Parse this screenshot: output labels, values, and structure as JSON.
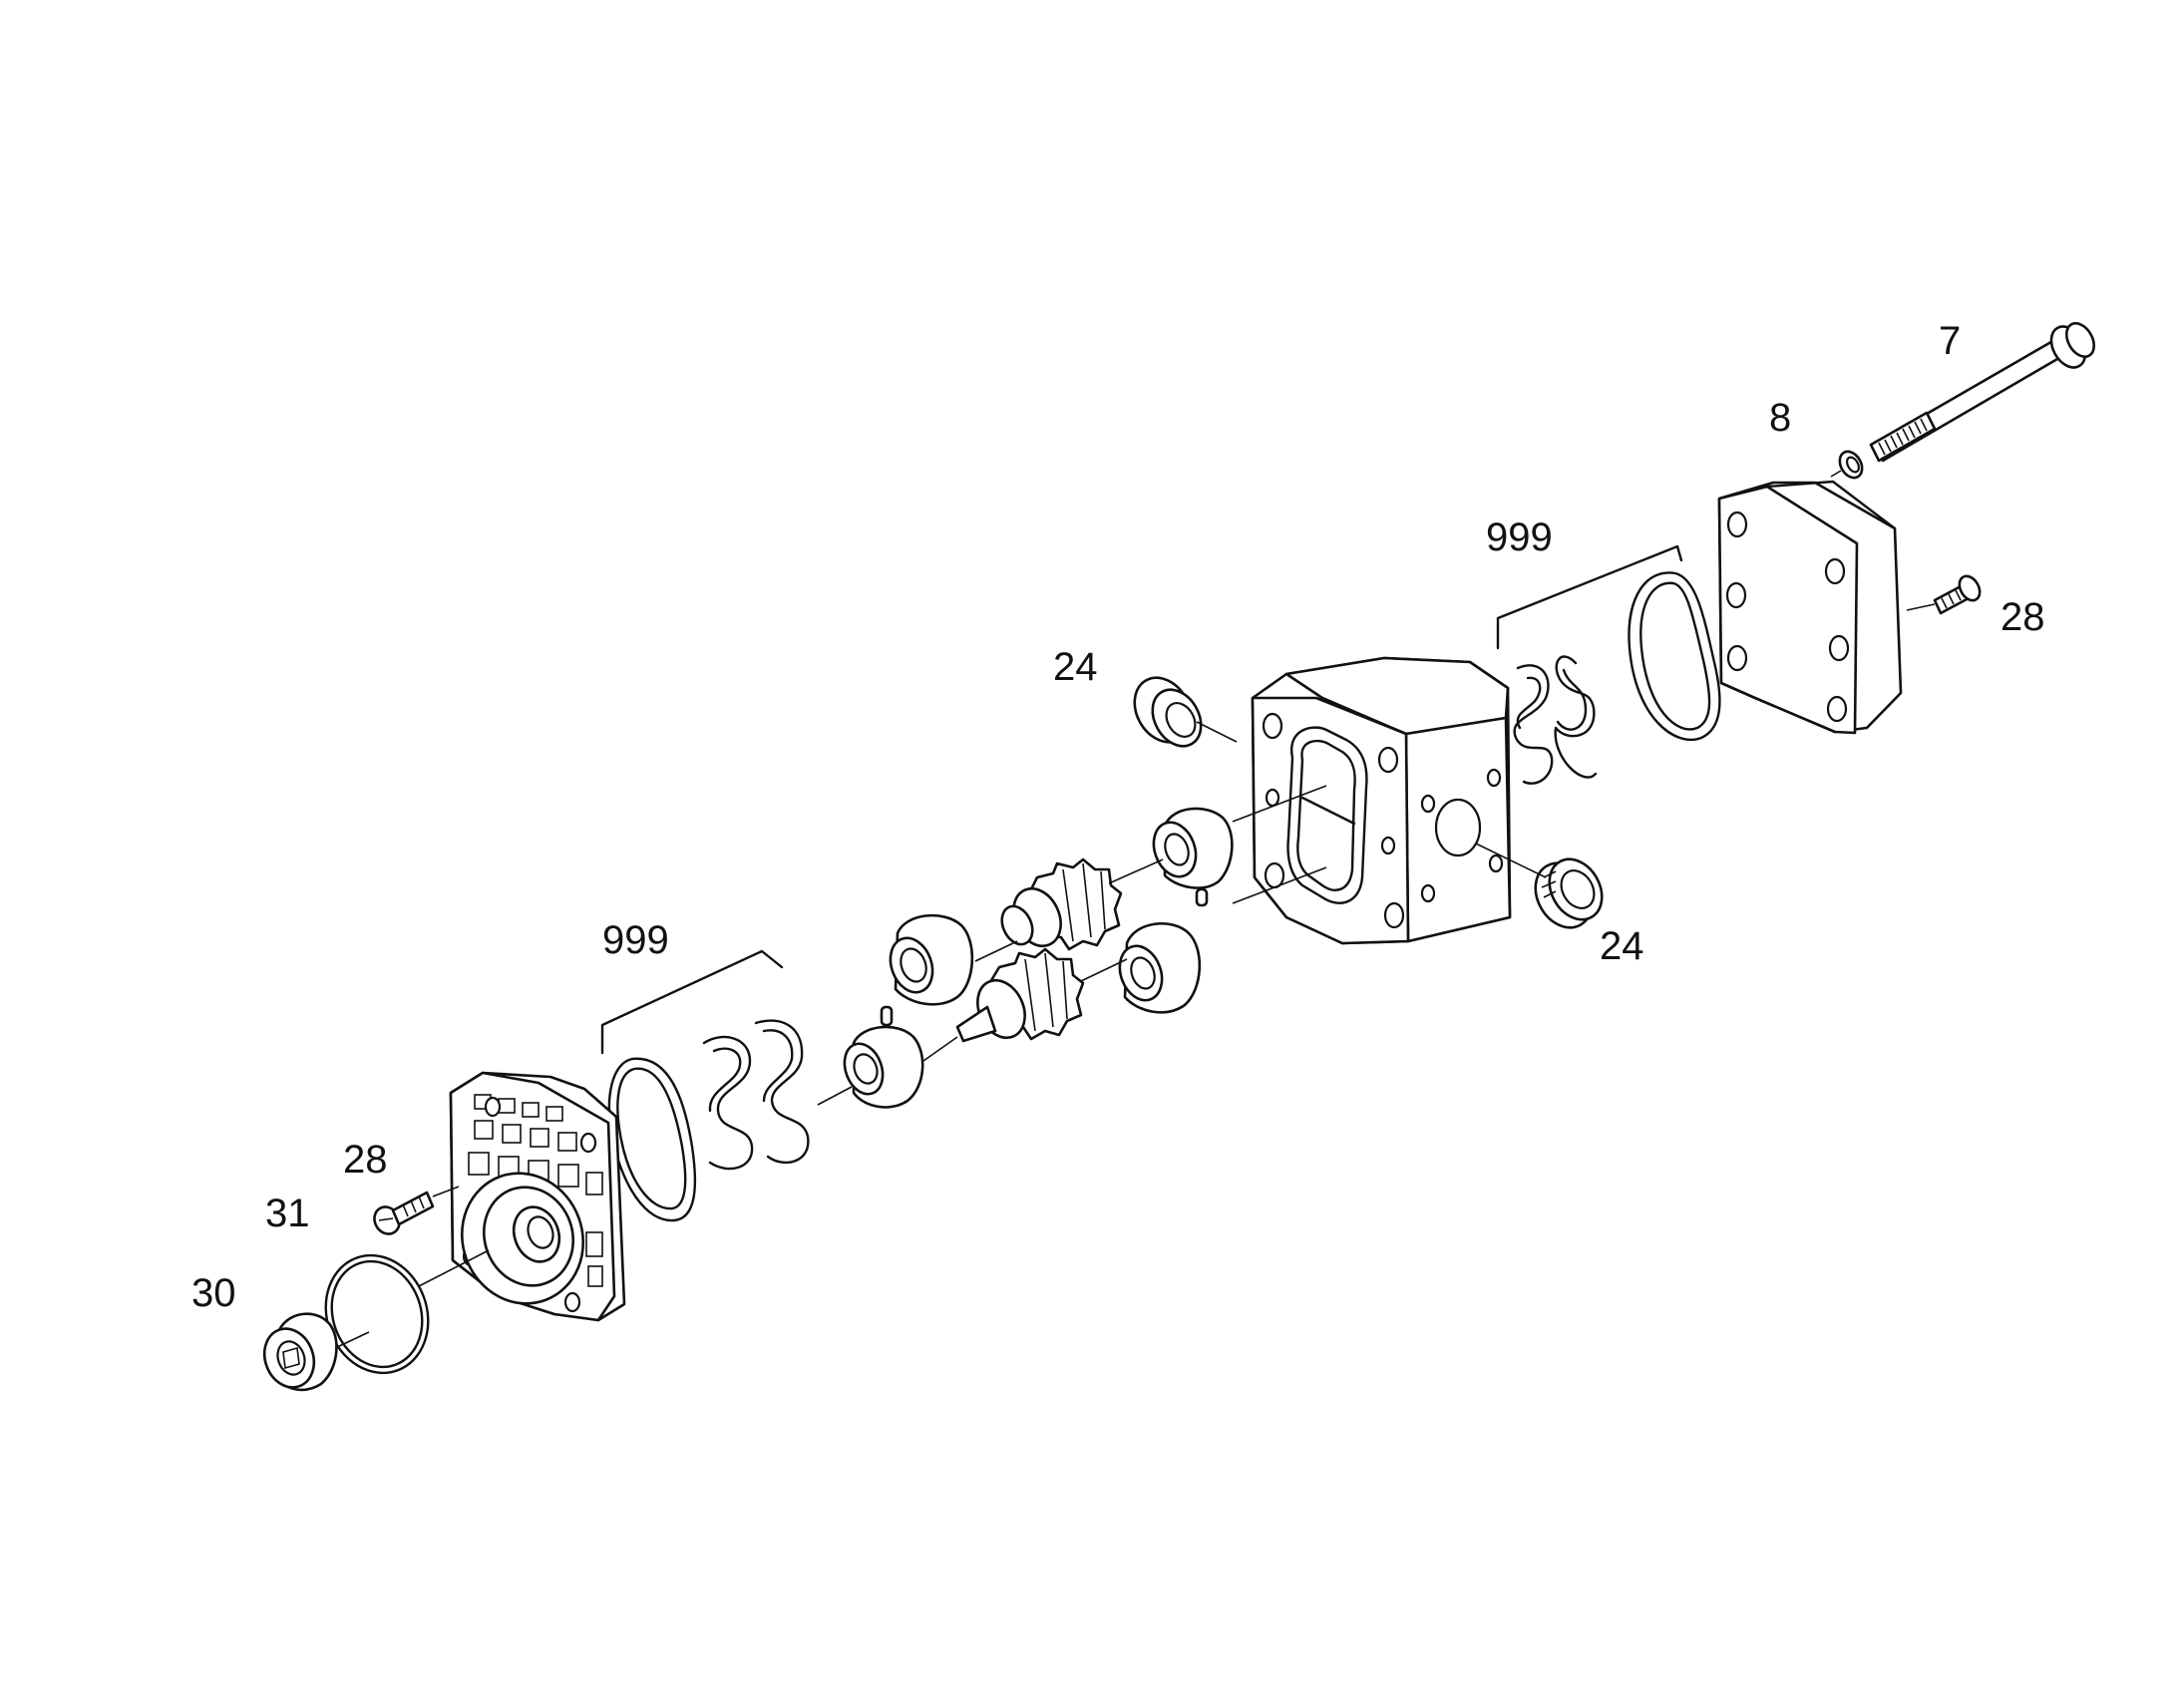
{
  "colors": {
    "line": "#111111",
    "background": "#ffffff"
  },
  "labels": {
    "bolt": "7",
    "washer": "8",
    "seal_kit_right": "999",
    "seal_kit_left": "999",
    "bushing_top": "24",
    "bushing_bottom": "24",
    "screw_right": "28",
    "screw_left": "28",
    "oring": "31",
    "shaft_seal": "30"
  }
}
